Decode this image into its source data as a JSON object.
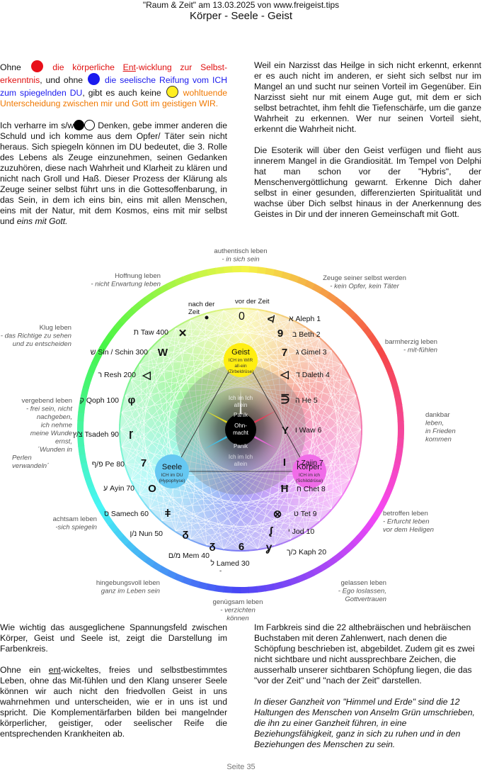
{
  "header": {
    "line1": "\"Raum & Zeit\" am 13.03.2025 von www.freigeist.tips",
    "title": "Körper - Seele - Geist"
  },
  "colors": {
    "red": "#e8101a",
    "blue": "#1a1aee",
    "yellow": "#ffee22",
    "orange": "#f07800"
  },
  "intro": {
    "t1": "Ohne ",
    "t2": "die körperliche ",
    "t3": "Ent",
    "t4": "-wicklung zur Selbst-erkenntnis",
    "t5": ", und ohne ",
    "t6": "die seelische Reifung vom ICH zum spiegelnden DU",
    "t7": ", gibt es auch keine ",
    "t8": "wohltuende Unterscheidung zwischen mir und Gott im geistigen WIR."
  },
  "para2": {
    "a": "Ich verharre im s/w",
    "b": "Denken, gebe immer anderen die Schuld und ich komme aus dem Opfer/ Täter sein nicht heraus. Sich spiegeln können im DU bedeutet, die 3. Rolle des Lebens als Zeuge einzunehmen, seinen Gedanken zuzuhören, diese nach Wahrheit und Klarheit zu klären und nicht nach Groll und Haß. Dieser Prozess der Klärung als Zeuge seiner selbst führt uns in die Gottesoffenbarung, in das Sein, in dem ich eins bin, eins mit allen Menschen, eins mit der Natur, mit dem Kosmos, eins mit mir selbst und ",
    "c": "eins mit Gott."
  },
  "right_top": {
    "p1": "Weil ein Narzisst das Heilge in sich nicht erkennt, erkennt er es auch nicht im anderen, er sieht sich selbst nur im Mangel an und sucht nur seinen Vorteil im Gegenüber. Ein Narzisst sieht nur mit einem Auge gut, mit dem er sich selbst betrachtet, ihm fehlt die Tiefenschärfe, um die ganze Wahrheit zu erkennen. Wer nur seinen Vorteil sieht, erkennt die Wahrheit nicht.",
    "p2": "Die Esoterik will über den Geist verfügen und flieht aus innerem Mangel in die Grandiosität. Im Tempel von Delphi hat man schon vor der \"Hybris\", der Menschenvergöttlichung gewarnt. Erkenne Dich daher selbst in einer gesunden, differenzierten Spiritualität und wachse über Dich selbst hinaus in der Anerkennung des Geistes in Dir und der inneren Gemeinschaft mit Gott."
  },
  "wheel": {
    "ring_labels": [
      {
        "l1": "authentisch leben",
        "l2": "- in sich sein"
      },
      {
        "l1": "Zeuge seiner selbst werden",
        "l2": "- kein Opfer, kein Täter"
      },
      {
        "l1": "barmherzig leben",
        "l2": "- mit-fühlen"
      },
      {
        "l1": "dankbar",
        "l2": "leben,",
        "l3": "in Frieden",
        "l4": "kommen"
      },
      {
        "l1": "betroffen leben",
        "l2": "- Erfurcht leben",
        "l3": "vor dem Heiligen"
      },
      {
        "l1": "gelassen leben",
        "l2": "- Ego loslassen,",
        "l3": "Gottvertrauen"
      },
      {
        "l1": "genügsam leben",
        "l2": "- verzichten",
        "l3": "können"
      },
      {
        "l1": "hingebungsvoll leben",
        "l2": "ganz im Leben sein"
      },
      {
        "l1": "achtsam leben",
        "l2": "-sich spiegeln"
      },
      {
        "l1": "vergebend leben",
        "l2": "- frei sein, nicht",
        "l3": "nachgeben,",
        "l4": "ich nehme",
        "l5": "meine Wunde",
        "l6": "ernst,",
        "l7": "´Wunden in",
        "l8": "Perlen",
        "l9": "verwandeln´"
      },
      {
        "l1": "Klug leben",
        "l2": "- das Richtige zu sehen",
        "l3": "und zu entscheiden"
      },
      {
        "l1": "Hoffnung leben",
        "l2": "- nicht Erwartung leben"
      }
    ],
    "time_before": "vor der Zeit",
    "time_before_value": "0",
    "time_after1": "nach der",
    "time_after2": "Zeit",
    "letters": [
      {
        "label": "א Aleph 1",
        "glyph": "≮"
      },
      {
        "label": "ב Beth 2",
        "glyph": "9"
      },
      {
        "label": "ג Gimel 3",
        "glyph": "7"
      },
      {
        "label": "ד Daleth 4",
        "glyph": "◁"
      },
      {
        "label": "ה He 5",
        "glyph": "⋽"
      },
      {
        "label": "ו Waw 6",
        "glyph": "Y"
      },
      {
        "label": "ז Zajin 7",
        "glyph": "I"
      },
      {
        "label": "ח Chet 8",
        "glyph": "Ħ"
      },
      {
        "label": "ט Tet 9",
        "glyph": "⊗"
      },
      {
        "label": "י Jod 10",
        "glyph": "ᶘ"
      },
      {
        "label": "כ/ך Kaph 20",
        "glyph": "ỿ"
      },
      {
        "label": "ל Lamed 30",
        "glyph": "6"
      },
      {
        "label": "מ/ם Mem 40",
        "glyph": "ᵹ"
      },
      {
        "label": "נ/ן Nun 50",
        "glyph": "ᵹ"
      },
      {
        "label": "ס Samech 60",
        "glyph": "ǂ"
      },
      {
        "label": "ע Ayin 70",
        "glyph": "O"
      },
      {
        "label": "פ/ף Pe 80",
        "glyph": "7"
      },
      {
        "label": "צ/ץ Tsadeh 90",
        "glyph": "ɼ"
      },
      {
        "label": "ק Qoph 100",
        "glyph": "φ"
      },
      {
        "label": "ר Resh 200",
        "glyph": "◁"
      },
      {
        "label": "ש Sin / Schin 300",
        "glyph": "W"
      },
      {
        "label": "ת Taw 400",
        "glyph": "✕"
      }
    ],
    "lamed_dash": "-",
    "geist": {
      "t": "Geist",
      "s1": "ICH im WIR",
      "s2": "all-ein",
      "s3": "(Zirbeldrüse)"
    },
    "seele": {
      "t": "Seele",
      "s1": "ICH im DU",
      "s2": "(Hypophyse)"
    },
    "koerper": {
      "t": "Körper:",
      "s1": "ICH im ich",
      "s2": "(Schilddrüse)"
    },
    "center": {
      "a1": "Ich im Ich",
      "a2": "allein",
      "panik1": "Panik",
      "ohn1": "Ohn-",
      "ohn2": "macht",
      "panik2": "Panik",
      "b1": "Ich im Ich",
      "b2": "allein"
    }
  },
  "bottom_left": {
    "p1": "Wie wichtig das ausgeglichene Spannungsfeld zwischen Körper, Geist und Seele ist, zeigt die Darstellung im Farbenkreis.",
    "p2a": "Ohne ein ",
    "p2b": "ent",
    "p2c": "-wickeltes, freies und selbstbestimmtes Leben, ohne das Mit-fühlen und den Klang unserer Seele können wir auch nicht den friedvollen Geist in uns wahrnehmen und unterscheiden, wie er in uns ist und spricht. Die Komplementärfarben bilden bei mangelnder körperlicher, geistiger, oder seelischer Reife die entsprechenden Krankheiten ab."
  },
  "bottom_right": {
    "p1": "Im Farbkreis sind die 22 althebräischen und hebräischen Buchstaben mit deren Zahlenwert, nach denen die Schöpfung beschrieben ist, abgebildet. Zudem git es zwei nicht sichtbare und nicht aussprechbare Zeichen, die ausserhalb unserer sichtbaren Schöpfung liegen, die das \"vor der Zeit\" und \"nach der Zeit\" darstellen.",
    "p2": "In dieser Ganzheit von \"Himmel und Erde\" sind die 12 Haltungen des Menschen von Anselm Grün umschrieben, die ihn zu einer Ganzheit führen, in eine Beziehungsfähigkeit, ganz in sich zu ruhen und in den Beziehungen des Menschen zu sein."
  },
  "footer": "Seite 35"
}
